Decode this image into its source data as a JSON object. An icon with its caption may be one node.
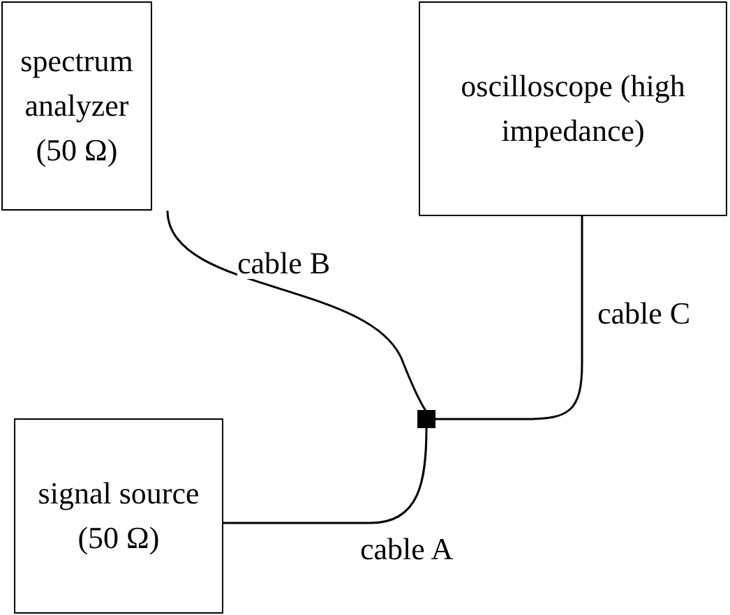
{
  "diagram": {
    "nodes": [
      {
        "text": [
          "spectrum analyzer (50 Ω)"
        ]
      },
      {
        "text": [
          "oscilloscope (high impedance)"
        ]
      },
      {
        "text": [
          "signal source (50 Ω)"
        ]
      },
      {
        "text": [],
        "shape": "box"
      }
    ],
    "edges": [
      {
        "from": 2,
        "to": 3,
        "arrow": "none",
        "label": "cable A"
      },
      {
        "from": 0,
        "to": 3,
        "arrow": "none",
        "label": "cable B"
      },
      {
        "from": 1,
        "to": 3,
        "arrow": "none",
        "label": "cable C"
      }
    ]
  }
}
